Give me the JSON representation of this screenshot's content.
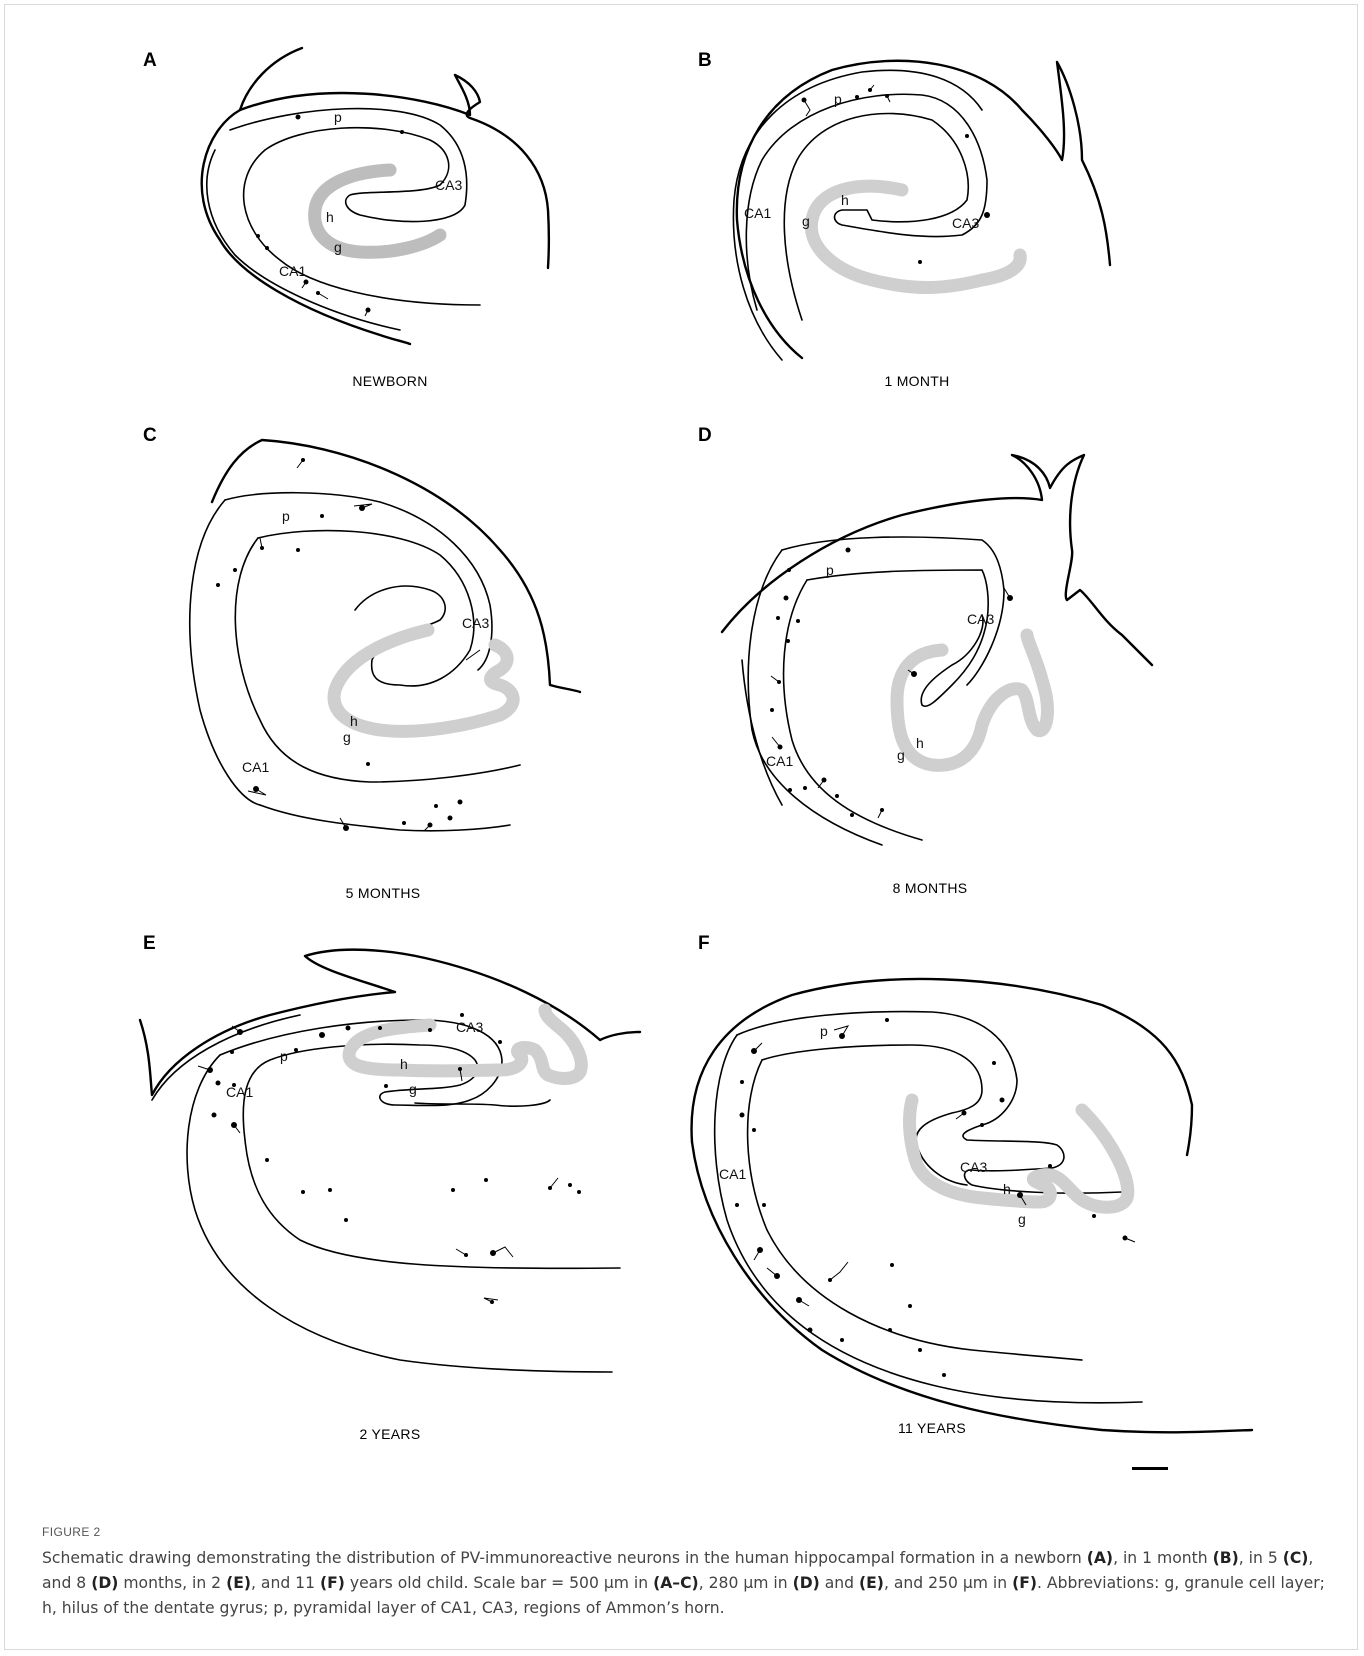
{
  "figure": {
    "label": "FIGURE 2",
    "caption_parts": [
      {
        "t": "Schematic drawing demonstrating the distribution of PV-immunoreactive neurons in the human hippocampal formation in a newborn "
      },
      {
        "t": "(A)",
        "b": true
      },
      {
        "t": ", in 1 month "
      },
      {
        "t": "(B)",
        "b": true
      },
      {
        "t": ", in 5 "
      },
      {
        "t": "(C)",
        "b": true
      },
      {
        "t": ", and 8 "
      },
      {
        "t": "(D)",
        "b": true
      },
      {
        "t": " months, in 2 "
      },
      {
        "t": "(E)",
        "b": true
      },
      {
        "t": ", and 11 "
      },
      {
        "t": "(F)",
        "b": true
      },
      {
        "t": " years old child. Scale bar = 500 µm in "
      },
      {
        "t": "(A–C)",
        "b": true
      },
      {
        "t": ", 280 µm in "
      },
      {
        "t": "(D)",
        "b": true
      },
      {
        "t": " and "
      },
      {
        "t": "(E)",
        "b": true
      },
      {
        "t": ", and 250 µm in "
      },
      {
        "t": "(F)",
        "b": true
      },
      {
        "t": ". Abbreviations: g, granule cell layer; h, hilus of the dentate gyrus; p, pyramidal layer of CA1, CA3, regions of Ammon’s horn."
      }
    ]
  },
  "panels": [
    {
      "letter": "A",
      "age": "NEWBORN",
      "labels": {
        "p": "p",
        "ca3": "CA3",
        "h": "h",
        "g": "g",
        "ca1": "CA1"
      }
    },
    {
      "letter": "B",
      "age": "1 MONTH",
      "labels": {
        "p": "p",
        "ca1": "CA1",
        "g": "g",
        "h": "h",
        "ca3": "CA3"
      }
    },
    {
      "letter": "C",
      "age": "5 MONTHS",
      "labels": {
        "p": "p",
        "ca3": "CA3",
        "h": "h",
        "g": "g",
        "ca1": "CA1"
      }
    },
    {
      "letter": "D",
      "age": "8 MONTHS",
      "labels": {
        "p": "p",
        "ca3": "CA3",
        "h": "h",
        "g": "g",
        "ca1": "CA1"
      }
    },
    {
      "letter": "E",
      "age": "2 YEARS",
      "labels": {
        "p": "p",
        "ca3": "CA3",
        "h": "h",
        "g": "g",
        "ca1": "CA1"
      }
    },
    {
      "letter": "F",
      "age": "11 YEARS",
      "labels": {
        "p": "p",
        "ca1": "CA1",
        "ca3": "CA3",
        "h": "h",
        "g": "g"
      }
    }
  ]
}
